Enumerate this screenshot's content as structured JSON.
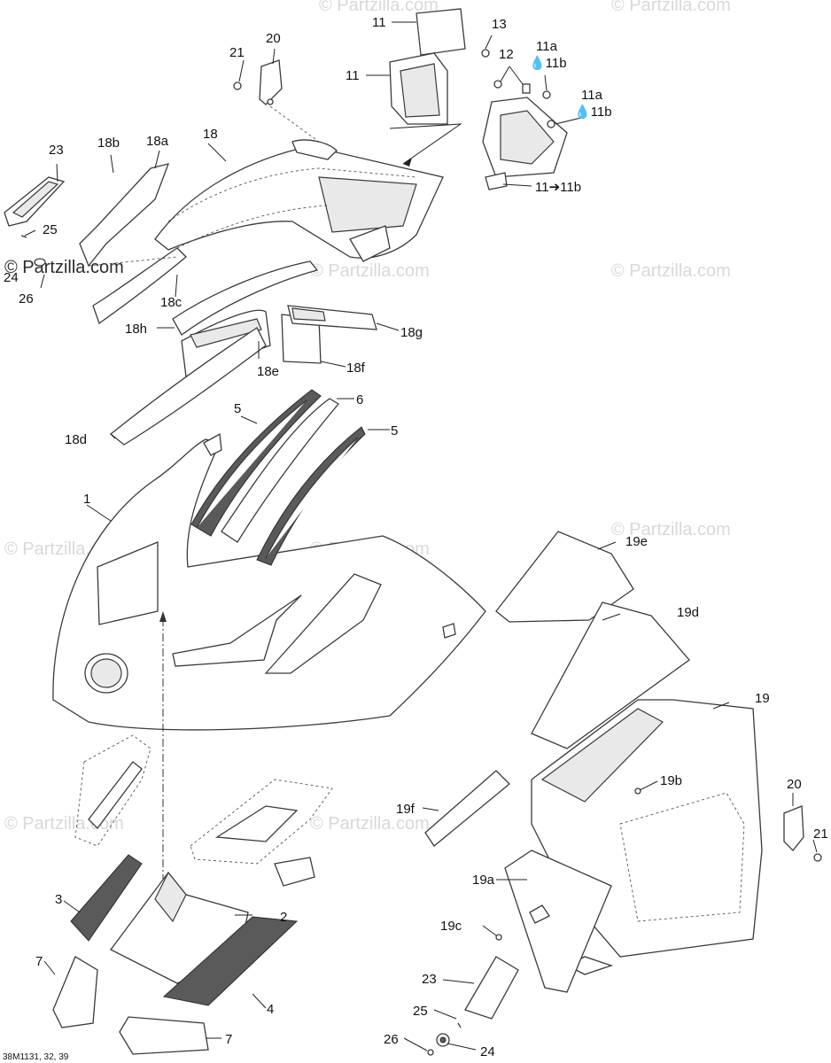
{
  "watermark": {
    "text": "© Partzilla.com"
  },
  "colors": {
    "line": "#3a3a3a",
    "fill": "#ffffff",
    "shade": "#e9e9e9",
    "watermark": "#d8d8d8"
  },
  "callouts": {
    "c1": "1",
    "c2": "2",
    "c3": "3",
    "c4": "4",
    "c5a": "5",
    "c5b": "5",
    "c6": "6",
    "c7a": "7",
    "c7b": "7",
    "c11a": "11",
    "c11b": "11",
    "c11range": "11➔11b",
    "c11a_1": "11a",
    "c11b_1": "💧11b",
    "c11a_2": "11a",
    "c11b_2": "💧11b",
    "c12": "12",
    "c13": "13",
    "c18": "18",
    "c18a": "18a",
    "c18b": "18b",
    "c18c": "18c",
    "c18d": "18d",
    "c18e": "18e",
    "c18f": "18f",
    "c18g": "18g",
    "c18h": "18h",
    "c19": "19",
    "c19a": "19a",
    "c19b": "19b",
    "c19c": "19c",
    "c19d": "19d",
    "c19e": "19e",
    "c19f": "19f",
    "c20a": "20",
    "c20b": "20",
    "c21a": "21",
    "c21b": "21",
    "c23a": "23",
    "c23b": "23",
    "c24a": "24",
    "c24b": "24",
    "c25a": "25",
    "c25b": "25",
    "c26a": "26",
    "c26b": "26"
  },
  "footer": {
    "code": "38M1131, 32, 39"
  }
}
